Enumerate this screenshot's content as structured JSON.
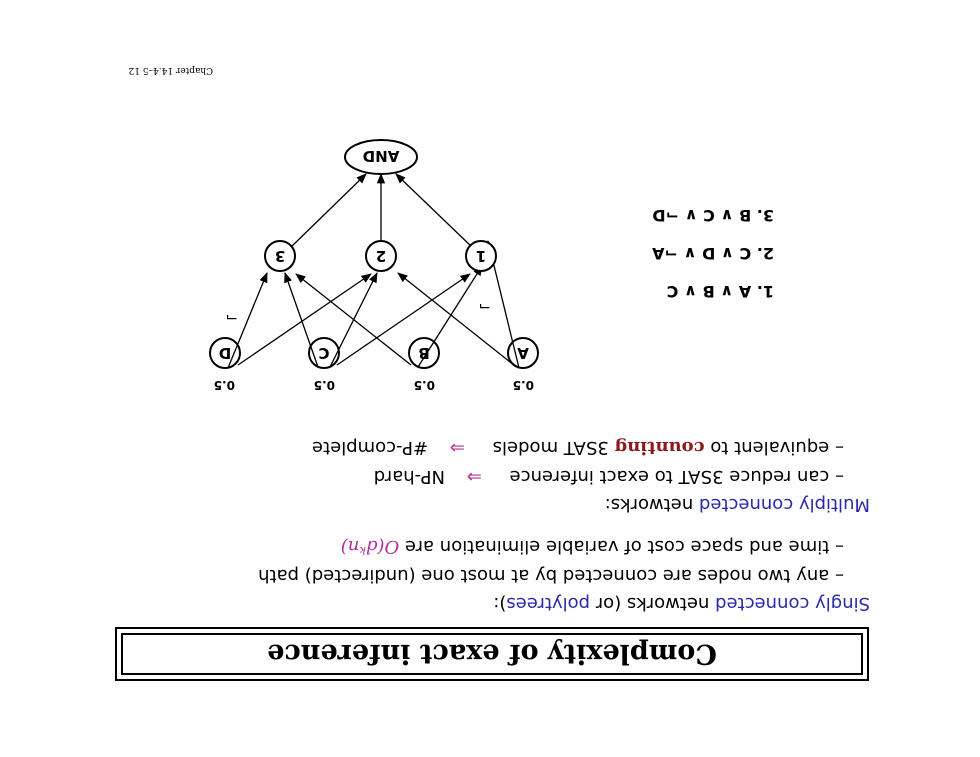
{
  "footer": "Chapter 14.4–5   12",
  "title": "Complexity of exact inference",
  "singly": {
    "lead": "Singly connected",
    "mid": " networks (or ",
    "poly": "polytrees",
    "tail": "):",
    "bullet1": "– any two nodes are connected by at most one (undirected) path",
    "bullet2": "– time and space cost of variable elimination are ",
    "bullet2_math": "O(dᵏn)"
  },
  "multiply": {
    "lead": "Multiply connected",
    "tail": " networks:",
    "bullet1": "– can reduce 3SAT to exact inference",
    "bullet1_arrow": "⇒",
    "bullet1_result": "NP-hard",
    "bullet2_pre": "– equivalent to ",
    "bullet2_word": "counting",
    "bullet2_post": " 3SAT models",
    "bullet2_arrow": "⇒",
    "bullet2_result": "#P-complete"
  },
  "network": {
    "priors": [
      "0.5",
      "0.5",
      "0.5",
      "0.5"
    ],
    "roots": [
      "A",
      "B",
      "C",
      "D"
    ],
    "clauses": [
      "1",
      "2",
      "3"
    ],
    "and_label": "AND",
    "negation_marks": [
      "¬",
      "¬"
    ]
  },
  "clause_list": [
    "1. A ∨ B ∨ C",
    "2. C ∨ D ∨ ¬A",
    "3. B ∨ C ∨ ¬D"
  ]
}
